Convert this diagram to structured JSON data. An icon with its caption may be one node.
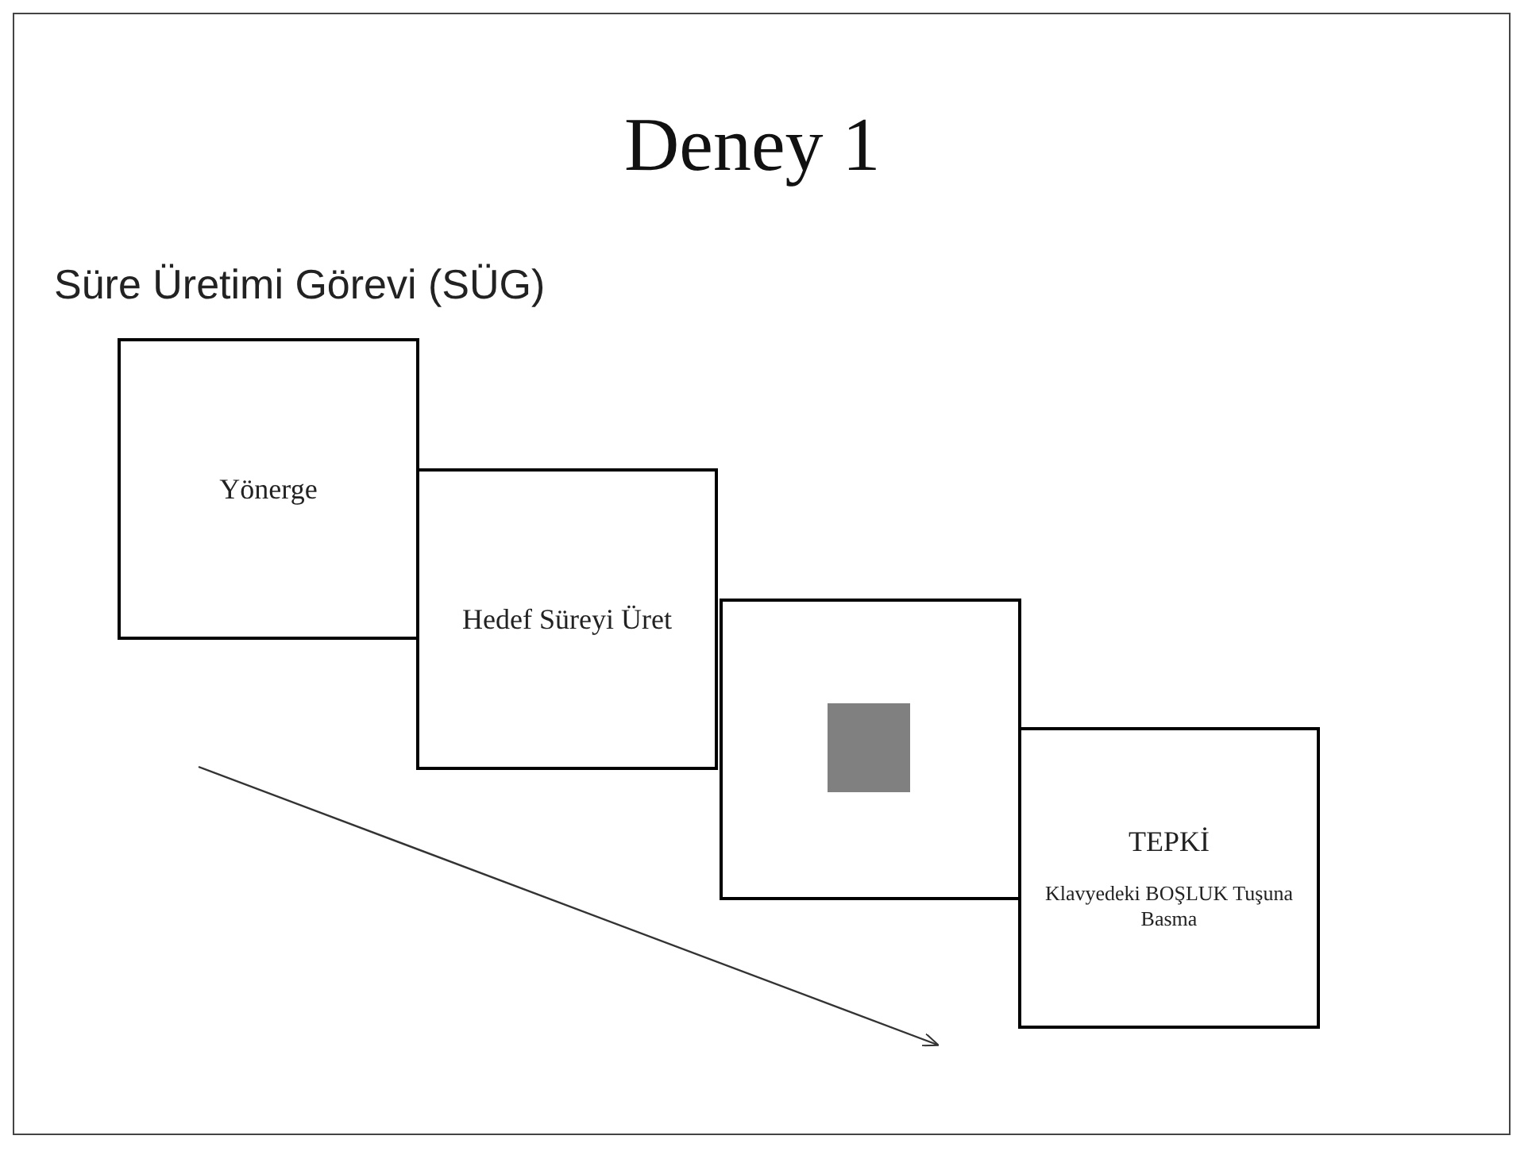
{
  "diagram": {
    "title": "Deney 1",
    "nodes": [
      {
        "text": [
          "Yönerge"
        ]
      },
      {
        "text": [
          "Hedef Süreyi Üret"
        ]
      },
      {
        "text": [],
        "shape": "box"
      },
      {
        "text": [],
        "shape": "box",
        "in": 2
      },
      {
        "text": [
          "TEPKİ",
          "Klavyedeki BOŞLUK Tuşuna Basma"
        ]
      }
    ],
    "edges": [],
    "labels": [
      "Süre Üretimi Görevi (SÜG)"
    ]
  }
}
